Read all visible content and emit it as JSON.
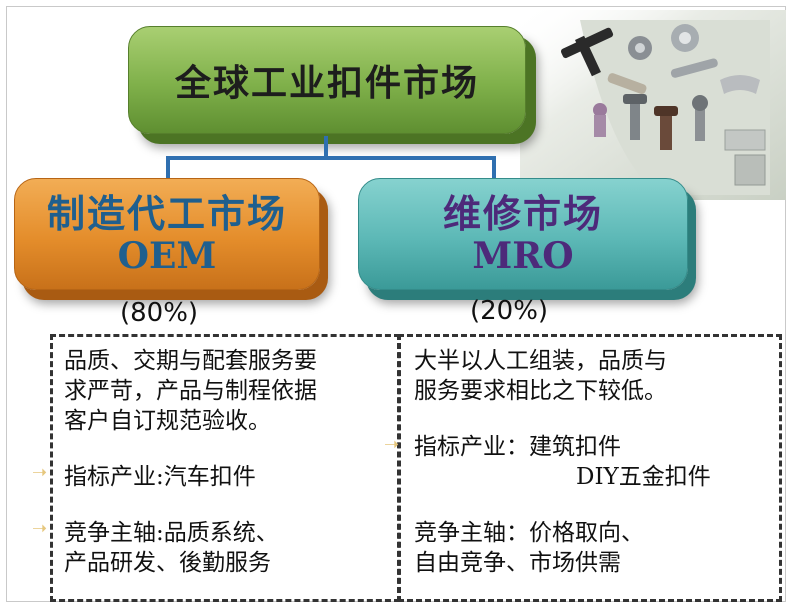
{
  "root": {
    "title": "全球工业扣件市场"
  },
  "oem": {
    "title": "制造代工市场",
    "abbr": "OEM",
    "share": "(80%)",
    "desc": [
      "品质、交期与配套服务要",
      "求严苛，产品与制程依据",
      "客户自订规范验收。"
    ],
    "industry": "指标产业:汽车扣件",
    "competition": [
      "竞争主轴:品质系统、",
      "产品研发、後勤服务"
    ]
  },
  "mro": {
    "title": "维修市场",
    "abbr": "MRO",
    "share": "(20%)",
    "desc": [
      "大半以人工组装，品质与",
      "服务要求相比之下较低。"
    ],
    "industry": [
      "指标产业：建筑扣件",
      "DIY五金扣件"
    ],
    "competition": [
      "竞争主轴：价格取向、",
      "自由竞争、市场供需"
    ]
  },
  "colors": {
    "root_box": "#7fb04a",
    "oem_box": "#e48d2b",
    "mro_box": "#5cb8b6",
    "oem_text": "#1f5f8e",
    "mro_text": "#4d2a7a",
    "connector": "#2f6fb0"
  },
  "decor": {
    "image": "fasteners-photo"
  }
}
